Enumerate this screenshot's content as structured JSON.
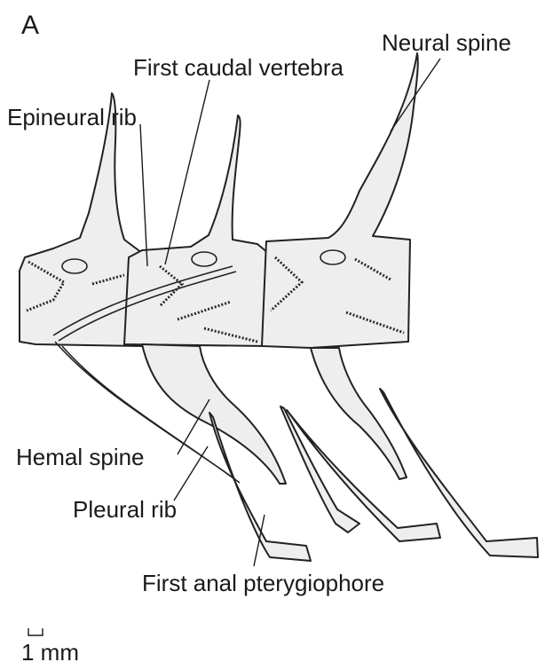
{
  "panel_letter": "A",
  "labels": {
    "neural_spine": "Neural spine",
    "first_caudal_vertebra": "First caudal vertebra",
    "epineural_rib": "Epineural rib",
    "hemal_spine": "Hemal spine",
    "pleural_rib": "Pleural rib",
    "first_anal_pterygiophore": "First anal pterygiophore"
  },
  "scale_bar": {
    "label": "1 mm"
  },
  "colors": {
    "ink": "#1a1a1a",
    "bone_fill": "#eeeeee",
    "stipple": "#555555"
  }
}
